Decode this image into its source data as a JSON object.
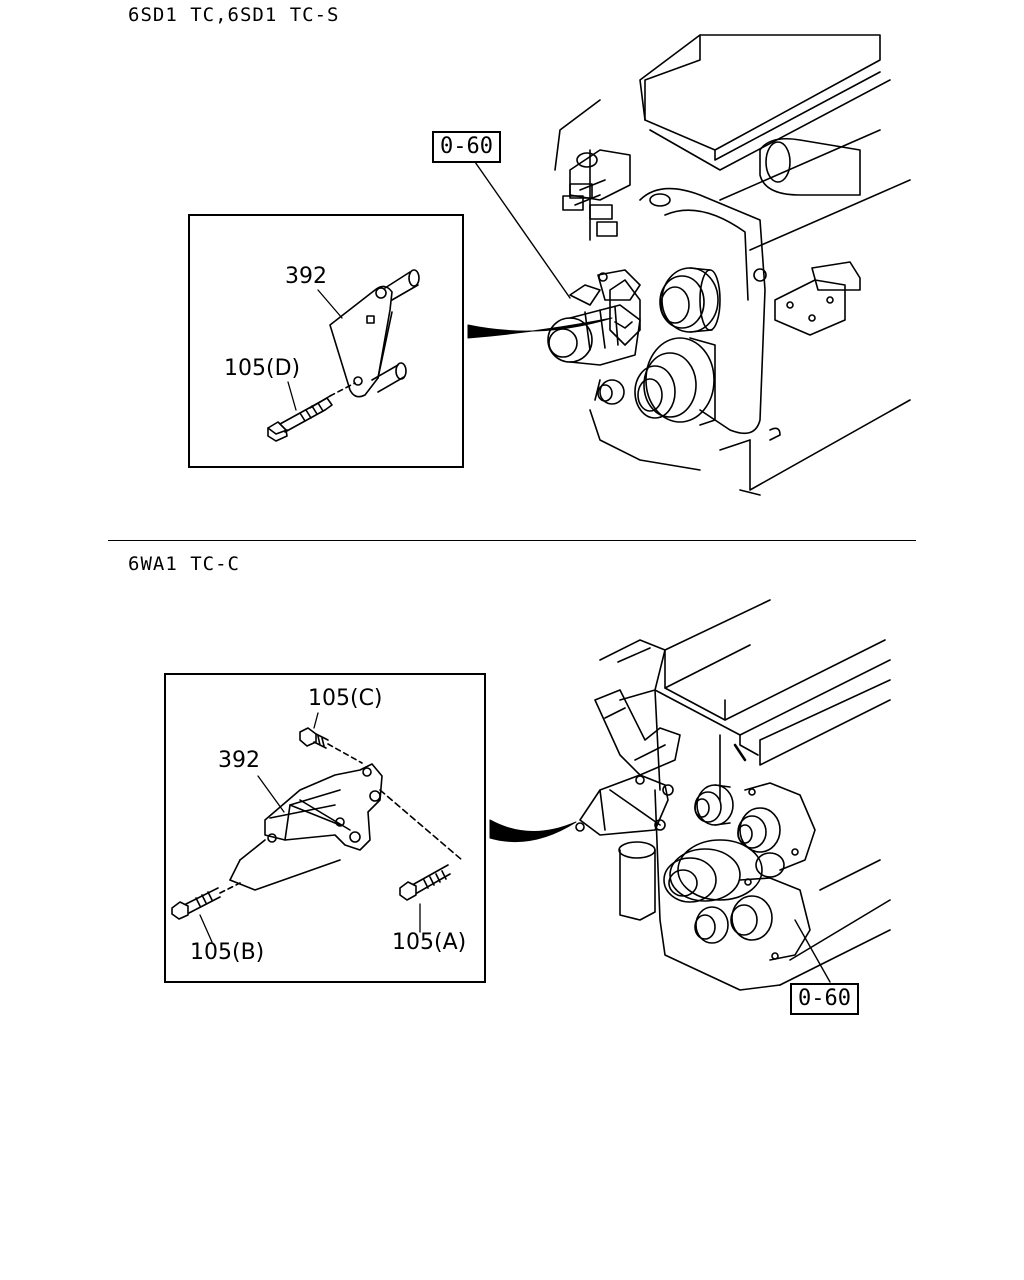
{
  "sections": [
    {
      "title": "6SD1 TC,6SD1 TC-S",
      "reference": "0-60",
      "callouts": {
        "bracket": "392",
        "bolt_d": "105(D)"
      }
    },
    {
      "title": "6WA1 TC-C",
      "reference": "0-60",
      "callouts": {
        "bracket": "392",
        "bolt_a": "105(A)",
        "bolt_b": "105(B)",
        "bolt_c": "105(C)"
      }
    }
  ]
}
